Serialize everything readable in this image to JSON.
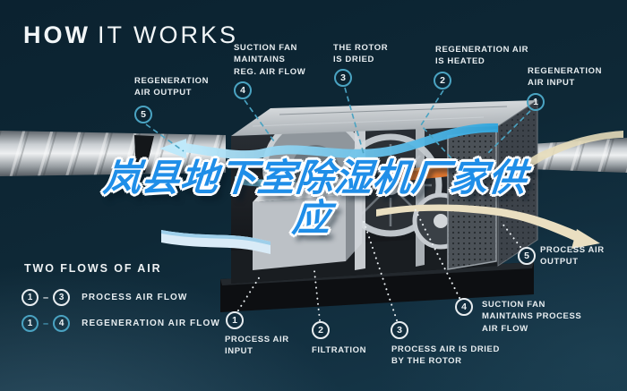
{
  "header": {
    "title_bold": "HOW",
    "title_rest": "IT WORKS"
  },
  "overlay_title": {
    "line1": "岚县地下室除湿机厂家供",
    "line2": "应"
  },
  "callouts": {
    "reg_air_output": {
      "num": "5",
      "label": "REGENERATION\nAIR OUTPUT"
    },
    "suction_fan_reg": {
      "num": "4",
      "label": "SUCTION FAN\nMAINTAINS\nREG. AIR FLOW"
    },
    "rotor_dried": {
      "num": "3",
      "label": "THE ROTOR\nIS DRIED"
    },
    "reg_air_heated": {
      "num": "2",
      "label": "REGENERATION AIR\nIS HEATED"
    },
    "reg_air_input": {
      "num": "1",
      "label": "REGENERATION\nAIR INPUT"
    },
    "process_air_input": {
      "num": "1",
      "label": "PROCESS AIR\nINPUT"
    },
    "filtration": {
      "num": "2",
      "label": "FILTRATION"
    },
    "process_air_dried": {
      "num": "3",
      "label": "PROCESS AIR IS DRIED\nBY THE ROTOR"
    },
    "suction_fan_process": {
      "num": "4",
      "label": "SUCTION FAN\nMAINTAINS PROCESS\nAIR FLOW"
    },
    "process_air_output": {
      "num": "5",
      "label": "PROCESS AIR\nOUTPUT"
    }
  },
  "legend": {
    "title": "TWO FLOWS OF AIR",
    "separator": "–",
    "rows": [
      {
        "start": "1",
        "end": "3",
        "label": "PROCESS AIR FLOW"
      },
      {
        "start": "1",
        "end": "4",
        "label": "REGENERATION AIR FLOW"
      }
    ]
  },
  "colors": {
    "background": "#0e2836",
    "accent_teal": "#4aa3c2",
    "label_white": "#e7edf0",
    "overlay_blue": "#1f8ee8",
    "overlay_outline": "#ffffff",
    "heater_orange": "#e0762e",
    "beige_flow": "#eadfc1",
    "cyan_flow": "#2fa6de"
  }
}
